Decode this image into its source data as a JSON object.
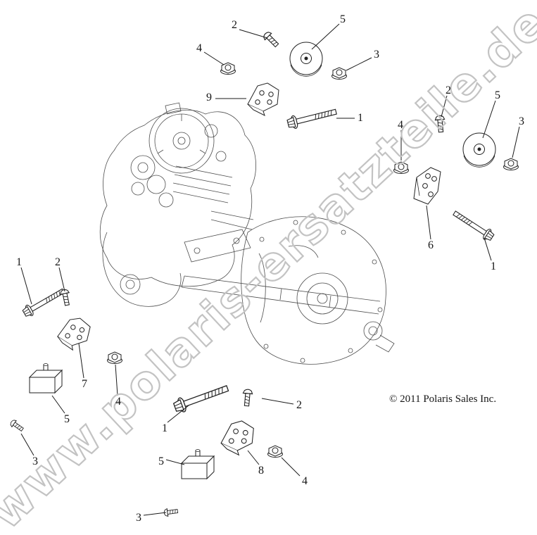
{
  "watermark": "www.polaris-ersatzteile.de",
  "copyright": "© 2011 Polaris Sales Inc.",
  "colors": {
    "watermark_gray": "#c3c3c3",
    "line_black": "#1a1a1a"
  },
  "callouts": [
    {
      "id": "top-2",
      "label": "2"
    },
    {
      "id": "top-5",
      "label": "5"
    },
    {
      "id": "top-4",
      "label": "4"
    },
    {
      "id": "top-3",
      "label": "3"
    },
    {
      "id": "top-9",
      "label": "9"
    },
    {
      "id": "top-1",
      "label": "1"
    },
    {
      "id": "right-2",
      "label": "2"
    },
    {
      "id": "right-5",
      "label": "5"
    },
    {
      "id": "right-3",
      "label": "3"
    },
    {
      "id": "right-4",
      "label": "4"
    },
    {
      "id": "right-6",
      "label": "6"
    },
    {
      "id": "right-1",
      "label": "1"
    },
    {
      "id": "left-1",
      "label": "1"
    },
    {
      "id": "left-2",
      "label": "2"
    },
    {
      "id": "left-7",
      "label": "7"
    },
    {
      "id": "left-4",
      "label": "4"
    },
    {
      "id": "left-5",
      "label": "5"
    },
    {
      "id": "left-3",
      "label": "3"
    },
    {
      "id": "bottom-1",
      "label": "1"
    },
    {
      "id": "bottom-2",
      "label": "2"
    },
    {
      "id": "bottom-5",
      "label": "5"
    },
    {
      "id": "bottom-8",
      "label": "8"
    },
    {
      "id": "bottom-4",
      "label": "4"
    },
    {
      "id": "bottom-3",
      "label": "3"
    }
  ]
}
